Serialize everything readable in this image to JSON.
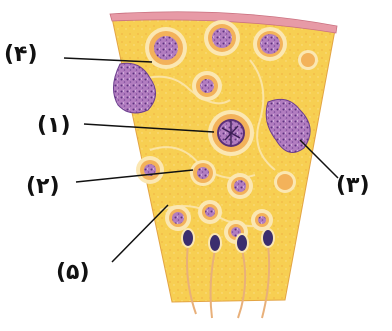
{
  "labels": {
    "l1": "(۱)",
    "l2": "(۲)",
    "l3": "(۳)",
    "l4": "(۴)",
    "l5": "(۵)"
  },
  "colors": {
    "tissue": "#f7cf52",
    "tissue_edge": "#e7a94a",
    "basement": "#e79aa6",
    "cell_ring": "#fbe7b2",
    "cytoplasm": "#f3b25a",
    "nucleus": "#a86fb8",
    "nucleus_dark": "#5a2f78",
    "big_nucleus": "#9a6ec0",
    "sperm_head": "#3b2e6e",
    "tail": "#e8b07a",
    "line": "#111111"
  }
}
